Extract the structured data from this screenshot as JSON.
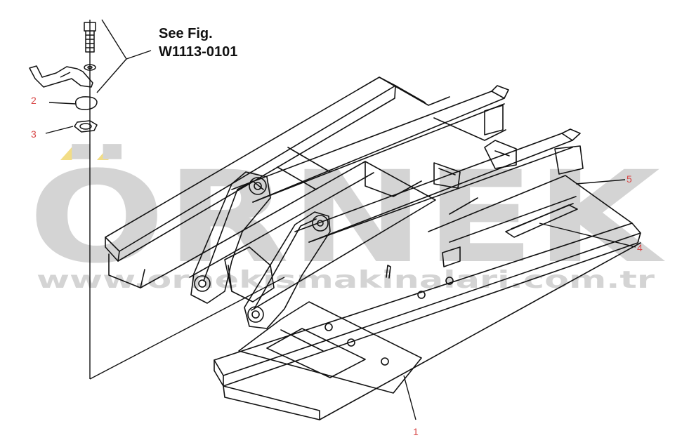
{
  "reference": {
    "line1": "See Fig.",
    "line2": "W1113-0101"
  },
  "callouts": [
    "1",
    "2",
    "3",
    "4",
    "5"
  ],
  "watermark": {
    "logo_text": "ÖRNEK",
    "url_text": "www.ornekismakinalari.com.tr",
    "color": "#d4d4d4",
    "accent": "#f2dd86"
  },
  "colors": {
    "line": "#111111",
    "callout": "#d84848"
  }
}
